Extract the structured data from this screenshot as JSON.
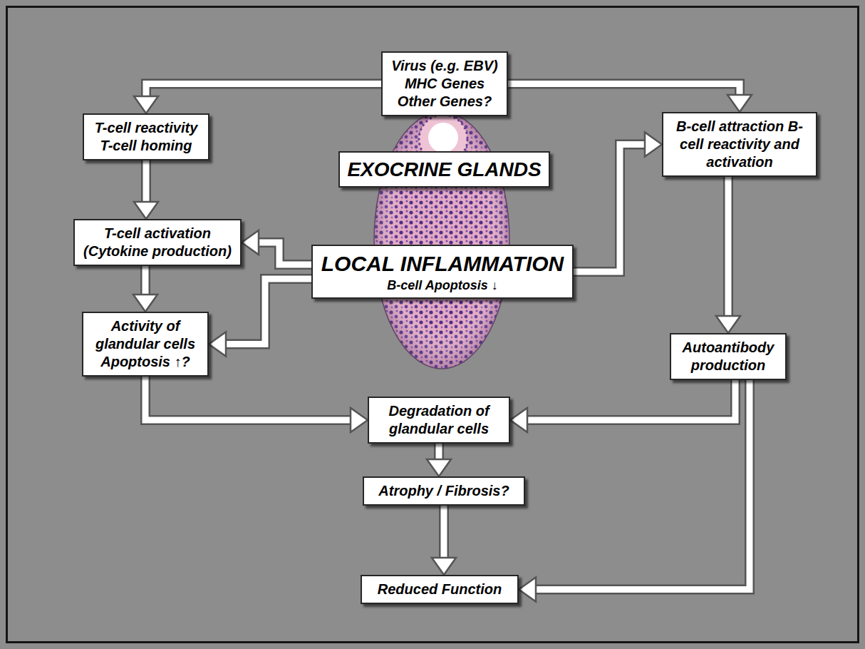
{
  "diagram": {
    "nodes": [
      {
        "text": [
          "Virus (e.g. EBV) MHC Genes Other Genes?"
        ]
      },
      {
        "text": [
          "T-cell reactivity T-cell homing"
        ]
      },
      {
        "text": [
          "B-cell attraction B-cell reactivity and activation"
        ]
      },
      {
        "text": [
          "EXOCRINE GLANDS"
        ]
      },
      {
        "text": [
          "T-cell activation (Cytokine production)"
        ]
      },
      {
        "text": [
          "LOCAL INFLAMMATION",
          "B-cell Apoptosis ↓"
        ]
      },
      {
        "text": [
          "Activity of glandular cells Apoptosis ↑?"
        ]
      },
      {
        "text": [
          "Autoantibody production"
        ]
      },
      {
        "text": [
          "Degradation of glandular cells"
        ]
      },
      {
        "text": [
          "Atrophy / Fibrosis?"
        ]
      },
      {
        "text": [
          "Reduced Function"
        ]
      }
    ],
    "edges": [
      {
        "from": 0,
        "to": 1,
        "arrow": "to"
      },
      {
        "from": 0,
        "to": 2,
        "arrow": "to"
      },
      {
        "from": 1,
        "to": 4,
        "arrow": "to"
      },
      {
        "from": 4,
        "to": 6,
        "arrow": "to"
      },
      {
        "from": 5,
        "to": 4,
        "arrow": "to"
      },
      {
        "from": 5,
        "to": 6,
        "arrow": "to"
      },
      {
        "from": 5,
        "to": 2,
        "arrow": "to"
      },
      {
        "from": 2,
        "to": 7,
        "arrow": "to"
      },
      {
        "from": 6,
        "to": 8,
        "arrow": "to"
      },
      {
        "from": 7,
        "to": 8,
        "arrow": "to"
      },
      {
        "from": 7,
        "to": 10,
        "arrow": "to"
      },
      {
        "from": 8,
        "to": 9,
        "arrow": "to"
      },
      {
        "from": 9,
        "to": 10,
        "arrow": "to"
      }
    ]
  }
}
